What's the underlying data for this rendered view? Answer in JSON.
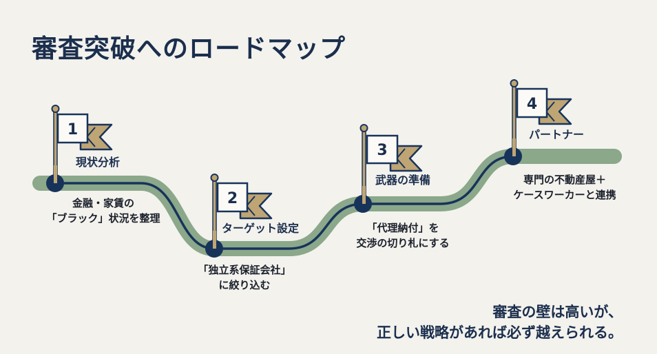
{
  "title": "審査突破へのロードマップ",
  "colors": {
    "background": "#f3f2ed",
    "navy": "#18335a",
    "path_green": "#8ba88a",
    "gold": "#bfa574",
    "flag_white": "#fbfaf6"
  },
  "steps": [
    {
      "number": "1",
      "title": "現状分析",
      "description": [
        "金融・家賃の",
        "「ブラック」状況を整理"
      ],
      "icon": "flag-icon"
    },
    {
      "number": "2",
      "title": "ターゲット設定",
      "description": [
        "「独立系保証会社」",
        "に絞り込む"
      ],
      "icon": "flag-icon"
    },
    {
      "number": "3",
      "title": "武器の準備",
      "description": [
        "「代理納付」を",
        "交渉の切り札にする"
      ],
      "icon": "flag-icon"
    },
    {
      "number": "4",
      "title": "パートナー",
      "description": [
        "専門の不動産屋＋",
        "ケースワーカーと連携"
      ],
      "icon": "flag-icon"
    }
  ],
  "tagline": [
    "審査の壁は高いが、",
    "正しい戦略があれば必ず越えられる。"
  ]
}
